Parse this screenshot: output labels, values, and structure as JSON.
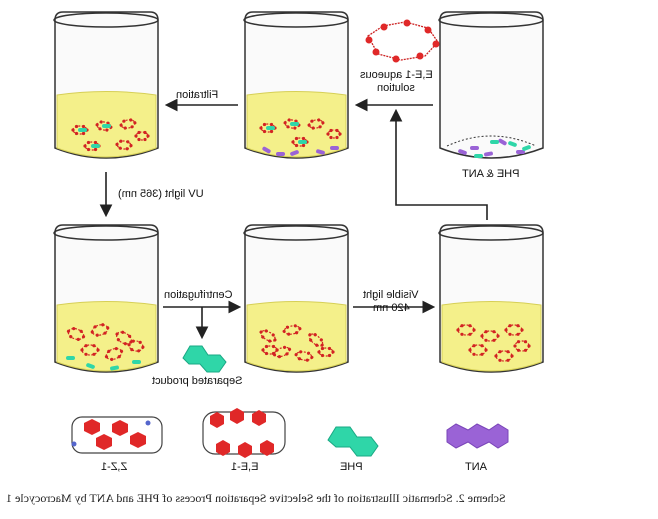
{
  "labels": {
    "filtration": "Filtration",
    "ee1_solution_line1": "E,E-1 aqueous",
    "ee1_solution_line2": "solution",
    "phe_ant": "PHE & ANT",
    "uv_light": "UV light (365 nm)",
    "centrifugation": "Centrifugation",
    "separated_product": "Separated product",
    "visible_light_line1": "Visible light",
    "visible_light_line2": "420 nm"
  },
  "legend": [
    {
      "name": "Z,Z-1"
    },
    {
      "name": "E,E-1"
    },
    {
      "name": "PHE"
    },
    {
      "name": "ANT"
    }
  ],
  "caption": "Scheme 2. Schematic Illustration of the Selective Separation Process of PHE and ANT by Macrocycle 1",
  "colors": {
    "solution": "#f4f08a",
    "macrocycle": "#d22323",
    "phe": "#2fd6a8",
    "ant": "#9a63d6",
    "arrow": "#222222"
  }
}
